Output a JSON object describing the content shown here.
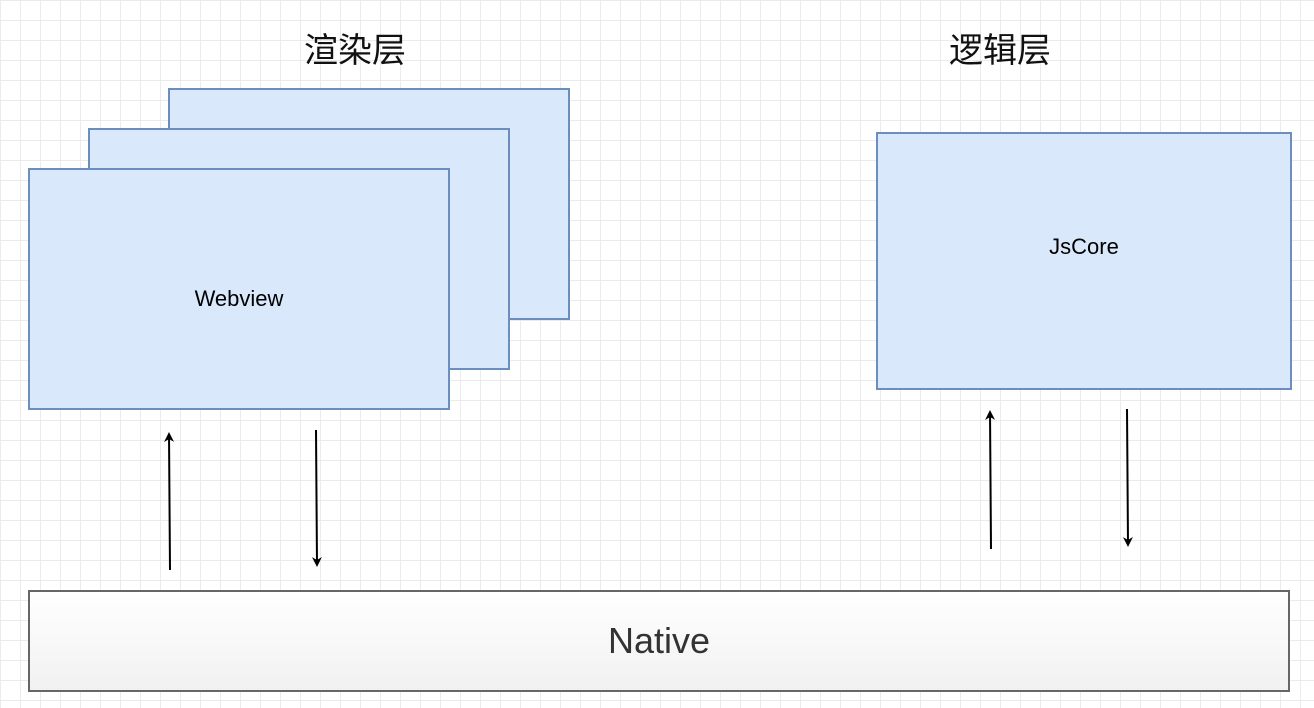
{
  "diagram": {
    "render_layer_title": "渲染层",
    "logic_layer_title": "逻辑层",
    "webview_label": "Webview",
    "jscore_label": "JsCore",
    "native_label": "Native"
  },
  "colors": {
    "box_fill": "#dae8fc",
    "box_stroke": "#6c8ebf",
    "native_stroke": "#666666",
    "arrow": "#000000"
  },
  "connections": [
    {
      "from": "native",
      "to": "webview"
    },
    {
      "from": "webview",
      "to": "native"
    },
    {
      "from": "native",
      "to": "jscore"
    },
    {
      "from": "jscore",
      "to": "native"
    }
  ]
}
